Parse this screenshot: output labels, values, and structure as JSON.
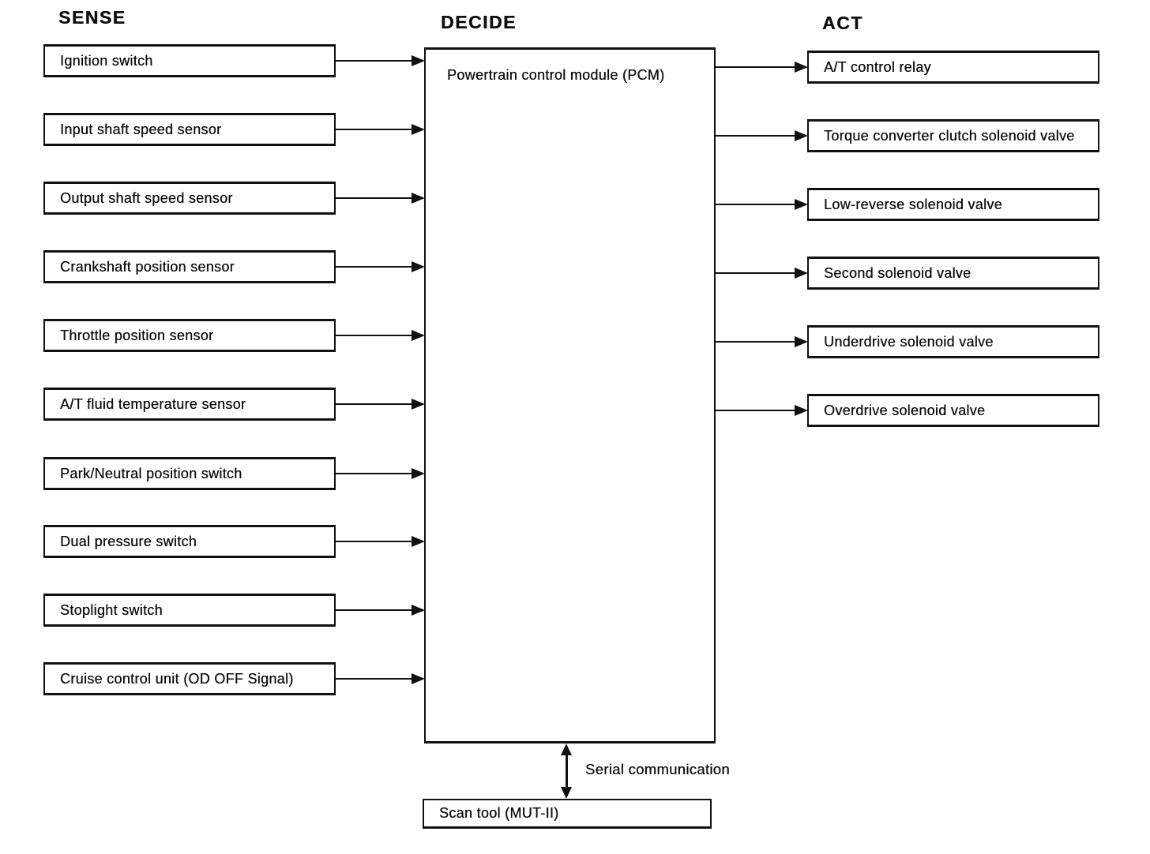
{
  "diagram": {
    "title_context": "Powertrain control module system block diagram",
    "colors": {
      "ink": "#111111",
      "background": "#ffffff"
    },
    "icons": {
      "flow_arrow": "right-arrow-solid-head",
      "serial_arrow": "vertical-double-headed-arrow"
    },
    "sense": {
      "header": "SENSE",
      "items": [
        {
          "label": "Ignition switch"
        },
        {
          "label": "Input shaft speed sensor"
        },
        {
          "label": "Output shaft speed sensor"
        },
        {
          "label": "Crankshaft position sensor"
        },
        {
          "label": "Throttle position sensor"
        },
        {
          "label": "A/T fluid temperature sensor"
        },
        {
          "label": "Park/Neutral position switch"
        },
        {
          "label": "Dual pressure switch"
        },
        {
          "label": "Stoplight switch"
        },
        {
          "label": "Cruise control unit (OD OFF Signal)"
        }
      ]
    },
    "decide": {
      "header": "DECIDE",
      "module_label": "Powertrain control module (PCM)"
    },
    "act": {
      "header": "ACT",
      "items": [
        {
          "label": "A/T control relay"
        },
        {
          "label": "Torque converter clutch solenoid valve"
        },
        {
          "label": "Low-reverse solenoid valve"
        },
        {
          "label": "Second solenoid valve"
        },
        {
          "label": "Underdrive solenoid valve"
        },
        {
          "label": "Overdrive solenoid valve"
        }
      ]
    },
    "footer": {
      "serial_label": "Serial communication",
      "scan_tool_label": "Scan tool (MUT-II)"
    }
  }
}
